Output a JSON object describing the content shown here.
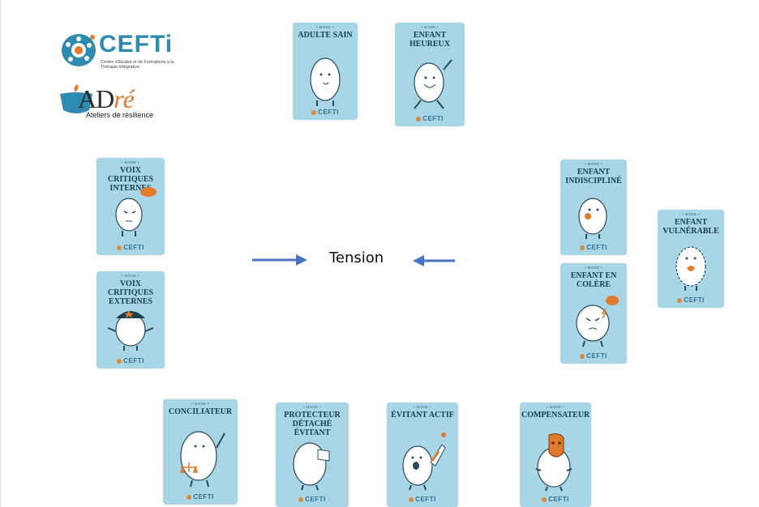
{
  "logos": {
    "cefti": {
      "brand": "CEFTi",
      "subtitle": "Centre d'Etudes et de Formations à la Thérapie Intégrative"
    },
    "adre": {
      "brand_main": "AD",
      "brand_accent": "ré",
      "subtitle": "Ateliers de résilience"
    }
  },
  "card_common": {
    "mode_label": "• MODE •",
    "footer": "CEFTI"
  },
  "cards": {
    "adulte_sain": {
      "title": "ADULTE SAIN"
    },
    "enfant_heureux": {
      "title": "ENFANT HEUREUX"
    },
    "voix_critiques_internes": {
      "title": "VOIX CRITIQUES INTERNES"
    },
    "voix_critiques_externes": {
      "title": "VOIX CRITIQUES EXTERNES"
    },
    "enfant_indiscipline": {
      "title": "ENFANT INDISCIPLINÉ"
    },
    "enfant_en_colere": {
      "title": "ENFANT EN COLÈRE"
    },
    "enfant_vulnerable": {
      "title": "ENFANT VULNÉRABLE"
    },
    "conciliateur": {
      "title": "CONCILIATEUR"
    },
    "protecteur_detache_evitant": {
      "title": "PROTECTEUR DÉTACHÉ ÉVITANT"
    },
    "evitant_actif": {
      "title": "ÉVITANT ACTIF"
    },
    "compensateur": {
      "title": "COMPENSATEUR"
    }
  },
  "center": {
    "label": "Tension"
  },
  "colors": {
    "card_bg": "#a8d6e6",
    "arrow": "#4a72c4",
    "accent_orange": "#e07a2c",
    "title_text": "#1a3e50"
  },
  "icons": [
    "arrow-right-icon",
    "arrow-left-icon",
    "character-figure-icon"
  ]
}
